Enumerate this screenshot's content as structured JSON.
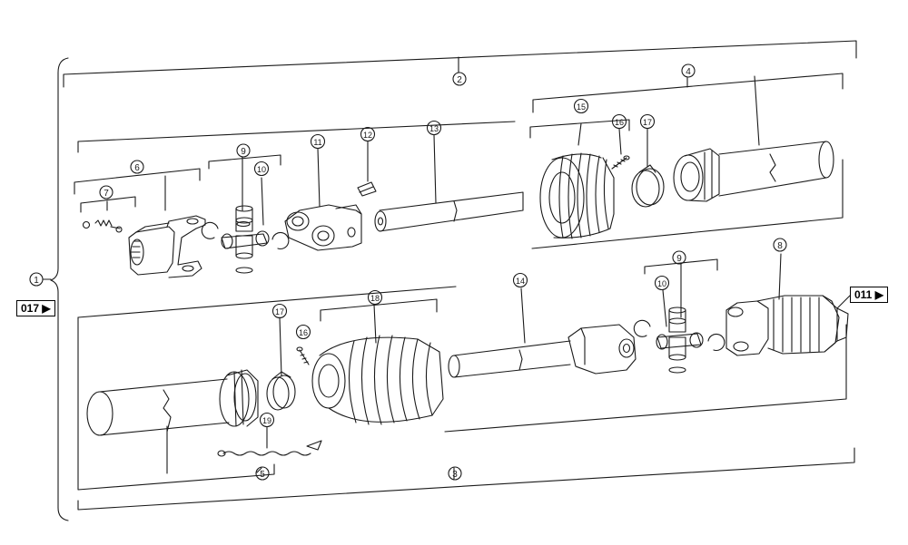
{
  "refs": {
    "left": "017",
    "left_arrow": "▶",
    "right": "011",
    "right_arrow": "▶"
  },
  "callouts": {
    "c1": "1",
    "c2": "2",
    "c3": "3",
    "c4": "4",
    "c5": "5",
    "c6": "6",
    "c7": "7",
    "c8": "8",
    "c9a": "9",
    "c9b": "9",
    "c10a": "10",
    "c10b": "10",
    "c11": "11",
    "c12": "12",
    "c13": "13",
    "c14": "14",
    "c15": "15",
    "c16a": "16",
    "c16b": "16",
    "c17a": "17",
    "c17b": "17",
    "c18": "18",
    "c19": "19"
  },
  "colors": {
    "ink": "#1a1a1a",
    "paper": "#ffffff"
  }
}
